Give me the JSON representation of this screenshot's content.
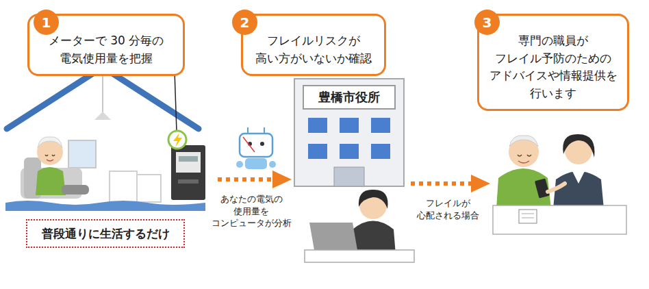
{
  "diagram": {
    "nodes": [
      {
        "text": [
          "1"
        ]
      },
      {
        "text": [
          "メーターで 30 分毎の 電気使用量を把握"
        ]
      },
      {
        "text": [
          "2"
        ]
      },
      {
        "text": [
          "フレイルリスクが 高い方がいないか確認"
        ]
      },
      {
        "text": [
          "3"
        ]
      },
      {
        "text": [
          "専門の職員が フレイル予防のための アドバイスや情報提供を 行います"
        ]
      },
      {
        "text": [
          "豊橋市役所"
        ]
      },
      {
        "text": [
          "普段通りに生活するだけ"
        ]
      }
    ],
    "labels": [
      "あなたの電気の 使用量を コンピュータが分析",
      "フレイルが 心配される場合"
    ]
  }
}
